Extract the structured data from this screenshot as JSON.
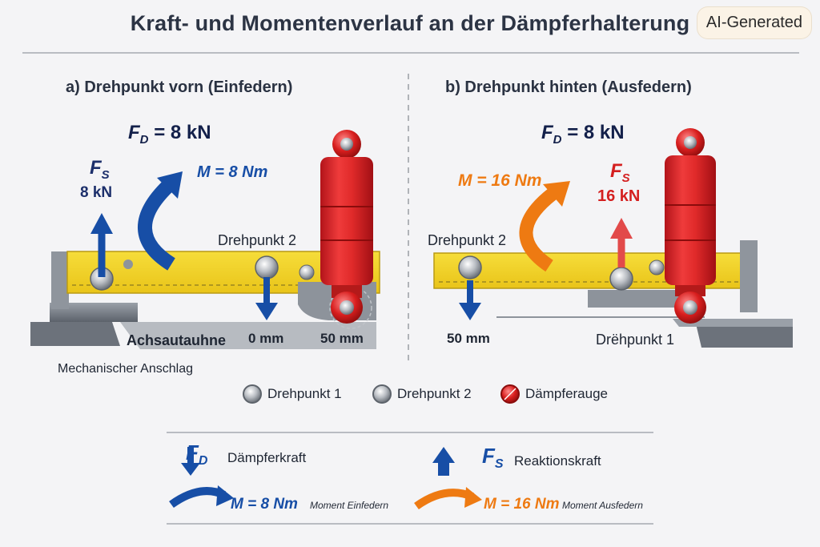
{
  "title": "Kraft- und Momentenverlauf an der Dämpferhalterung",
  "badge": "AI-Generated",
  "panel_a": {
    "heading": "a) Drehpunkt vorn (Einfedern)",
    "fd": "F",
    "fd_sub": "D",
    "fd_value": "= 8 kN",
    "fs": "F",
    "fs_sub": "S",
    "fs_value": "8 kN",
    "moment": "M = 8 Nm",
    "pivot2": "Drehpunkt 2",
    "dist_left": "0 mm",
    "dist_right": "50 mm",
    "axle": "Achsautauhne",
    "stop": "Mechanischer Anschlag"
  },
  "panel_b": {
    "heading": "b) Drehpunkt hinten (Ausfedern)",
    "fd": "F",
    "fd_sub": "D",
    "fd_value": "= 8 kN",
    "fs": "F",
    "fs_sub": "S",
    "fs_value": "16 kN",
    "moment": "M = 16 Nm",
    "pivot2": "Drehpunkt 2",
    "dist": "50 mm",
    "pivot1": "Drëhpunkt 1"
  },
  "markers": {
    "pivot1": "Drehpunkt 1",
    "pivot2": "Drehpunkt 2",
    "eye": "Dämpferauge"
  },
  "legend": {
    "fd_sym": "F",
    "fd_sub": "D",
    "fd_text": "Dämpferkraft",
    "fs_sym": "F",
    "fs_sub": "S",
    "fs_text": "Reaktionskraft",
    "m1_value": "M = 8 Nm",
    "m1_text": "Moment Einfedern",
    "m2_value": "M = 16 Nm",
    "m2_text": "Moment Ausfedern"
  },
  "colors": {
    "blue": "#174ea6",
    "orange": "#ee7a12",
    "red": "#d41f1f",
    "beam": "#f2d22e"
  }
}
